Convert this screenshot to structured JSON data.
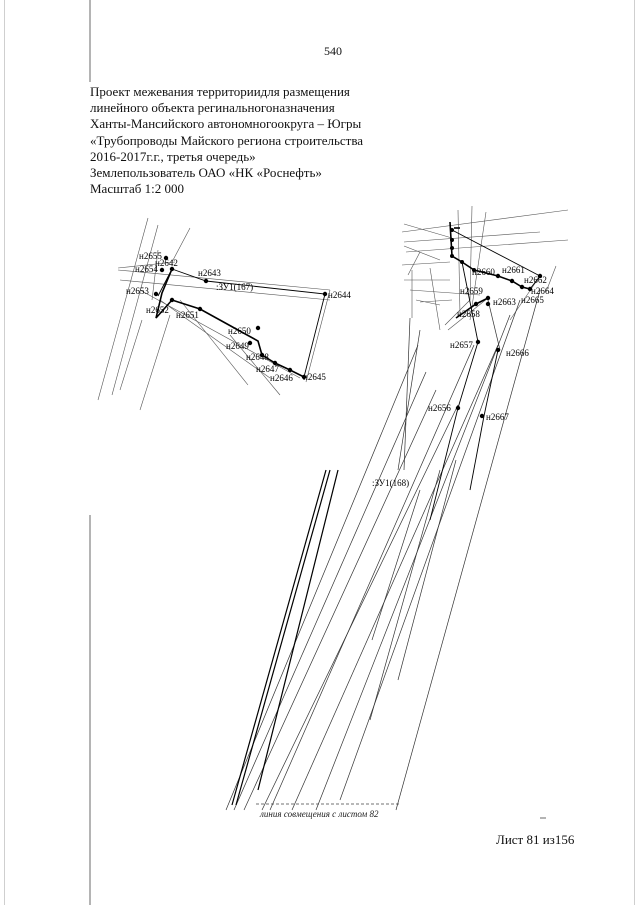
{
  "page_number": "540",
  "title_lines": [
    "Проект межевания территориидля размещения",
    "линейного объекта регинальногоназначения",
    "Ханты-Мансийского автономногоокруга – Югры",
    "«Трубопроводы Майского региона строительства",
    "2016-2017г.г., третья очередь»",
    "Землепользователь ОАО «НК «Роснефть»",
    "Масштаб 1:2 000"
  ],
  "map": {
    "parcels": [
      {
        "id": "parcel-167",
        "label": ":ЗУ1(167)"
      },
      {
        "id": "parcel-168",
        "label": ":ЗУ1(168)"
      }
    ],
    "points_left": [
      {
        "id": "n2642",
        "label": "н2642"
      },
      {
        "id": "n2643",
        "label": "н2643"
      },
      {
        "id": "n2644",
        "label": "н2644"
      },
      {
        "id": "n2645",
        "label": "н2645"
      },
      {
        "id": "n2646",
        "label": "н2646"
      },
      {
        "id": "n2647",
        "label": "н2647"
      },
      {
        "id": "n2648",
        "label": "н2648"
      },
      {
        "id": "n2649",
        "label": "н2649"
      },
      {
        "id": "n2650",
        "label": "н2650"
      },
      {
        "id": "n2651",
        "label": "н2651"
      },
      {
        "id": "n2652",
        "label": "н2652"
      },
      {
        "id": "n2653",
        "label": "н2653"
      },
      {
        "id": "n2654",
        "label": "н2654"
      },
      {
        "id": "n2655",
        "label": "н2655"
      }
    ],
    "points_right": [
      {
        "id": "n2656",
        "label": "н2656"
      },
      {
        "id": "n2657",
        "label": "н2657"
      },
      {
        "id": "n2658",
        "label": "н2658"
      },
      {
        "id": "n2659",
        "label": "н2659"
      },
      {
        "id": "n2660",
        "label": "н2660"
      },
      {
        "id": "n2661",
        "label": "н2661"
      },
      {
        "id": "n2662",
        "label": "н2662"
      },
      {
        "id": "n2663",
        "label": "н2663"
      },
      {
        "id": "n2664",
        "label": "н2664"
      },
      {
        "id": "n2665",
        "label": "н2665"
      },
      {
        "id": "n2666",
        "label": "н2666"
      },
      {
        "id": "n2667",
        "label": "н2667"
      }
    ],
    "match_line_label": "линия совмещения с листом 82"
  },
  "sheet_label": "Лист 81 из156"
}
